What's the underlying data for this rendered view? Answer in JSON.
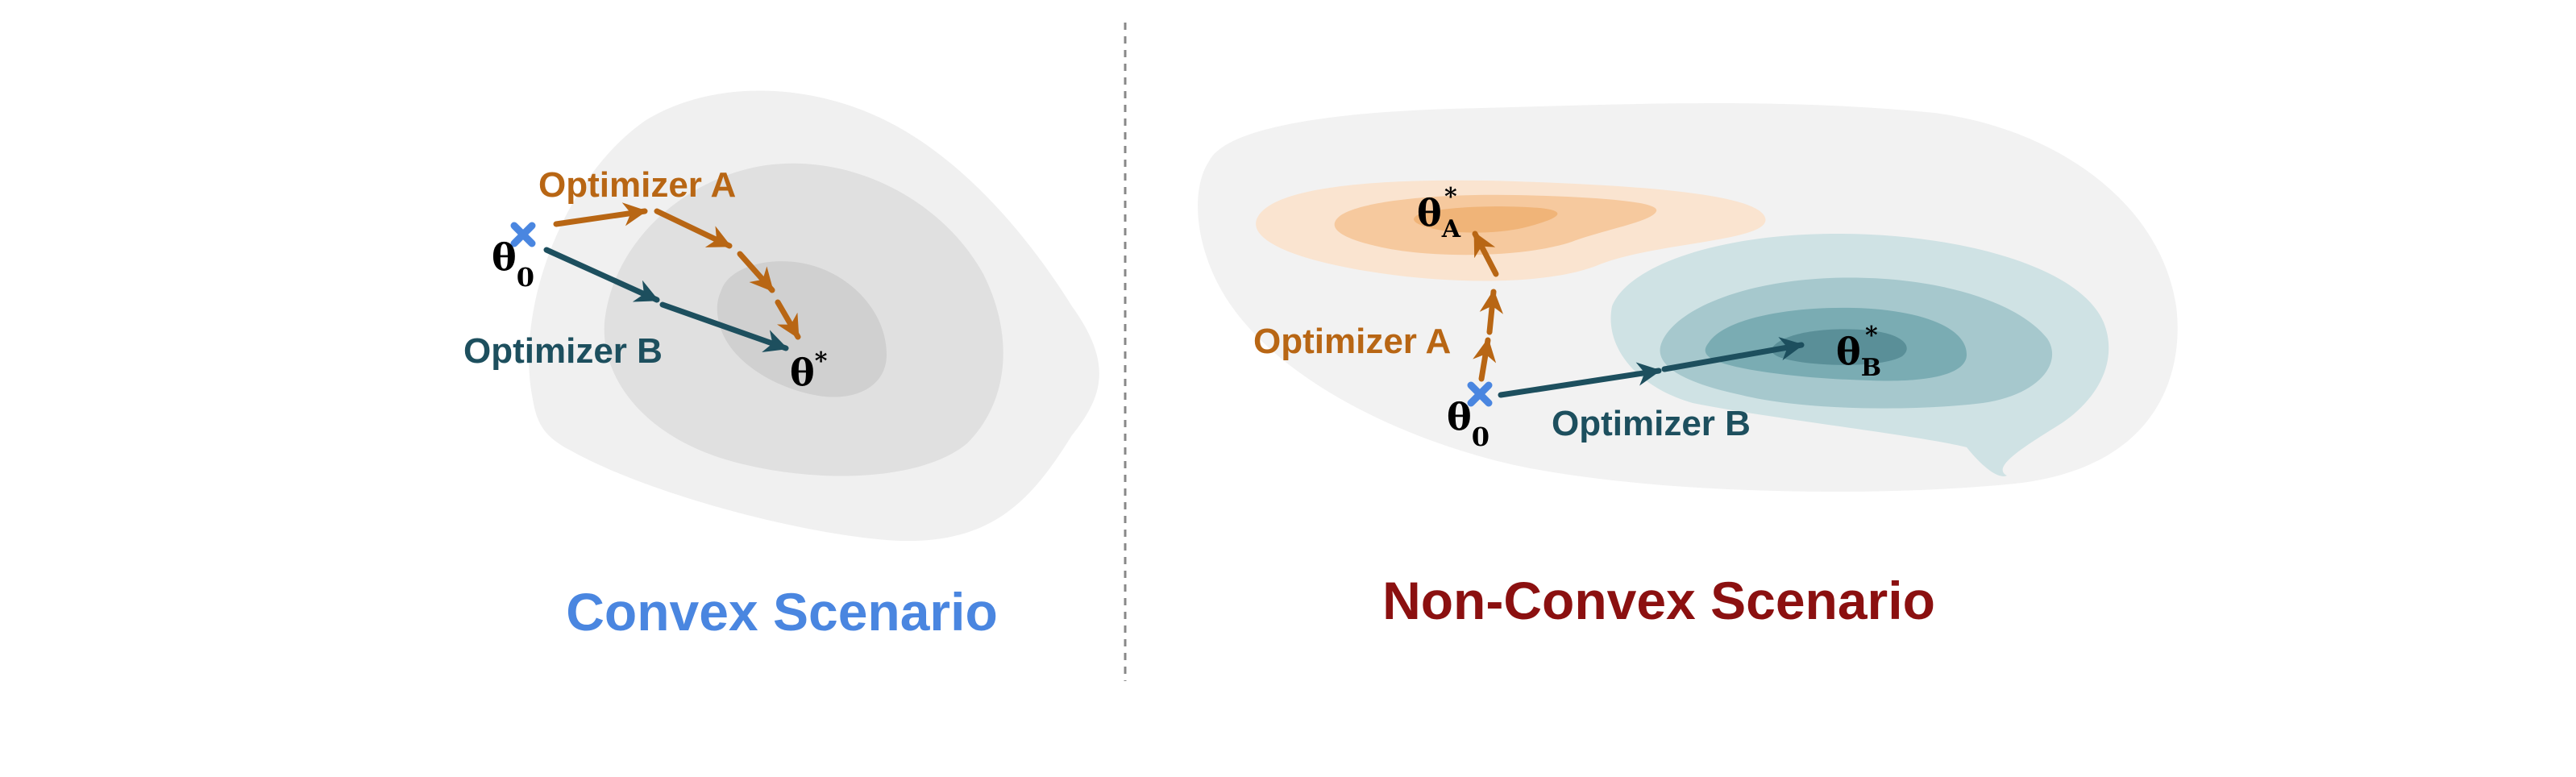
{
  "left_panel": {
    "title": "Convex Scenario",
    "title_color": "#4a86e0",
    "optimizer_a": "Optimizer A",
    "optimizer_b": "Optimizer B",
    "start": {
      "symbol": "θ",
      "subscript": "0"
    },
    "optimum": {
      "symbol": "θ",
      "superscript": "*"
    }
  },
  "right_panel": {
    "title": "Non-Convex Scenario",
    "title_color": "#8b1010",
    "optimizer_a": "Optimizer A",
    "optimizer_b": "Optimizer B",
    "start": {
      "symbol": "θ",
      "subscript": "0"
    },
    "optimum_a": {
      "symbol": "θ",
      "subscript": "A",
      "superscript": "*"
    },
    "optimum_b": {
      "symbol": "θ",
      "subscript": "B",
      "superscript": "*"
    }
  },
  "colors": {
    "optimizer_a": "#b86614",
    "optimizer_b": "#1d4f5e",
    "start_marker": "#4a86e0",
    "divider": "#888888"
  }
}
